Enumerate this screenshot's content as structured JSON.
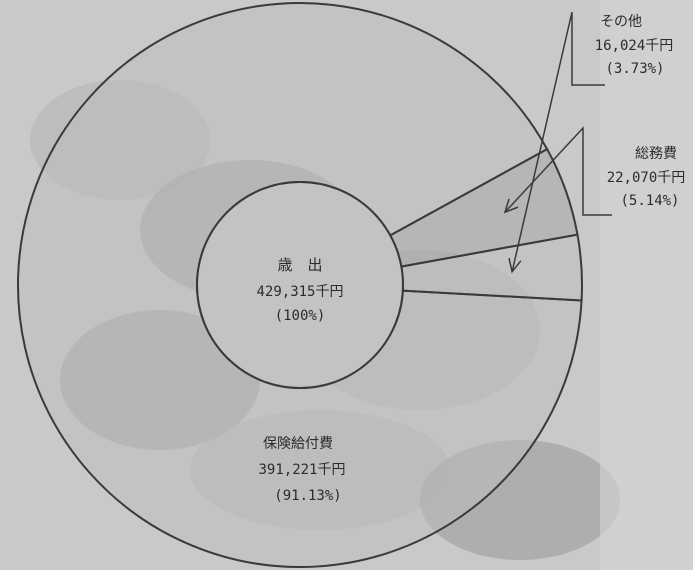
{
  "chart_data": {
    "type": "pie",
    "style": "donut",
    "center_label": {
      "line1": "歳　出",
      "line2": "429,315千円",
      "line3": "(100%)"
    },
    "total": 429315,
    "unit": "千円",
    "slices": [
      {
        "name": "保険給付費",
        "value": 391221,
        "percent_label": "(91.13%)",
        "value_label": "391,221千円",
        "percent": 91.13
      },
      {
        "name": "総務費",
        "value": 22070,
        "percent_label": "(5.14%)",
        "value_label": "22,070千円",
        "percent": 5.14
      },
      {
        "name": "その他",
        "value": 16024,
        "percent_label": "(3.73%)",
        "value_label": "16,024千円",
        "percent": 3.73
      }
    ],
    "colors": {
      "ring_fill": "#bdbdbd",
      "ring_fill_dark": "#a6a6a6",
      "stroke": "#3a3a3a",
      "background": "#c9c9c9"
    }
  }
}
